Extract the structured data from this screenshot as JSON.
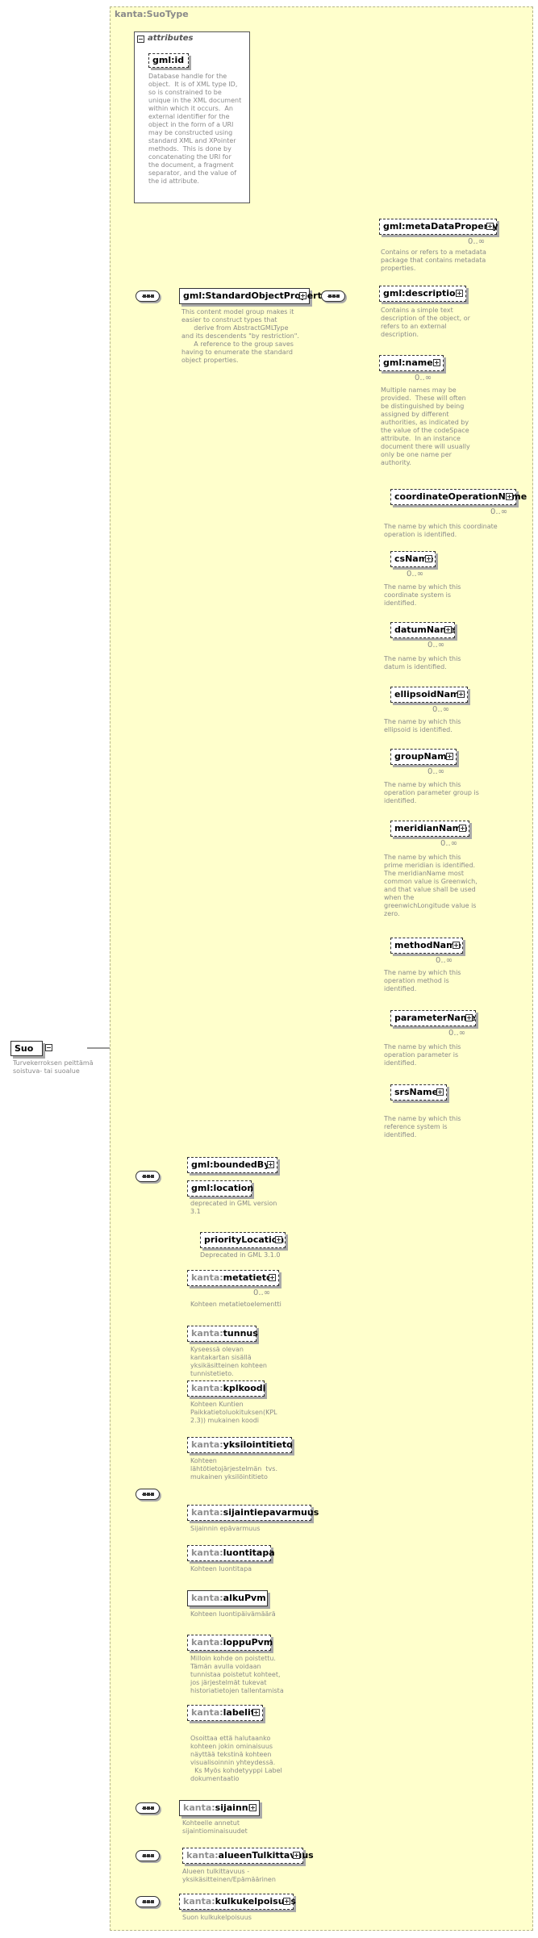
{
  "root": {
    "name": "Suo",
    "desc": "Turvekerroksen peittämä\nsoistuva- tai suoalue"
  },
  "type_title": "kanta:SuoType",
  "attributes": {
    "header": "attributes",
    "gmlid": {
      "name": "gml:id",
      "desc": "Database handle for the\nobject.  It is of XML type ID,\nso is constrained to be\nunique in the XML document\nwithin which it occurs.  An\nexternal identifier for the\nobject in the form of a URI\nmay be constructed using\nstandard XML and XPointer\nmethods.  This is done by\nconcatenating the URI for\nthe document, a fragment\nseparator, and the value of\nthe id attribute."
    }
  },
  "std_group": {
    "name": "gml:StandardObjectProperties",
    "desc": "This content model group makes it\neasier to construct types that\n      derive from AbstractGMLType\nand its descendents \"by restriction\".\n      A reference to the group saves\nhaving to enumerate the standard\nobject properties."
  },
  "std_elements": [
    {
      "name": "gml:metaDataProperty",
      "card": "0..∞",
      "desc": "Contains or refers to a metadata\npackage that contains metadata\nproperties."
    },
    {
      "name": "gml:description",
      "card": "",
      "desc": "Contains a simple text\ndescription of the object, or\nrefers to an external\ndescription."
    },
    {
      "name": "gml:name",
      "card": "0..∞",
      "desc": "Multiple names may be\nprovided.  These will often\nbe distinguished by being\nassigned by different\nauthorities, as indicated by\nthe value of the codeSpace\nattribute.  In an instance\ndocument there will usually\nonly be one name per\nauthority."
    }
  ],
  "name_subs": [
    {
      "name": "coordinateOperationName",
      "card": "0..∞",
      "desc": "The name by which this coordinate\noperation is identified."
    },
    {
      "name": "csName",
      "card": "0..∞",
      "desc": "The name by which this\ncoordinate system is\nidentified."
    },
    {
      "name": "datumName",
      "card": "0..∞",
      "desc": "The name by which this\ndatum is identified."
    },
    {
      "name": "ellipsoidName",
      "card": "0..∞",
      "desc": "The name by which this\nellipsoid is identified."
    },
    {
      "name": "groupName",
      "card": "0..∞",
      "desc": "The name by which this\noperation parameter group is\nidentified."
    },
    {
      "name": "meridianName",
      "card": "0..∞",
      "desc": "The name by which this\nprime meridian is identified.\nThe meridianName most\ncommon value is Greenwich,\nand that value shall be used\nwhen the\ngreenwichLongitude value is\nzero."
    },
    {
      "name": "methodName",
      "card": "0..∞",
      "desc": "The name by which this\noperation method is\nidentified."
    },
    {
      "name": "parameterName",
      "card": "0..∞",
      "desc": "The name by which this\noperation parameter is\nidentified."
    },
    {
      "name": "srsName",
      "card": "",
      "desc": "The name by which this\nreference system is\nidentified."
    }
  ],
  "loc_group": [
    {
      "name": "gml:boundedBy",
      "card": "",
      "desc": ""
    },
    {
      "name": "gml:location",
      "card": "",
      "desc": "deprecated in GML version\n3.1"
    },
    {
      "name": "priorityLocation",
      "card": "",
      "desc": "Deprecated in GML 3.1.0"
    }
  ],
  "kanta_prefix": "kanta:",
  "kanta_elements": [
    {
      "name": "metatieto",
      "card": "0..∞",
      "desc": "Kohteen metatietoelementti"
    },
    {
      "name": "tunnus",
      "card": "",
      "desc": "Kyseessä olevan\nkantakartan sisällä\nyksikäsitteinen kohteen\ntunnistetieto."
    },
    {
      "name": "kplkoodi",
      "card": "",
      "desc": "Kohteen Kuntien\nPaikkatietoluokituksen(KPL\n2.3)) mukainen koodi"
    },
    {
      "name": "yksilointitieto",
      "card": "",
      "desc": "Kohteen\nlähtötietojärjestelmän  tvs.\nmukainen yksilöintitieto"
    },
    {
      "name": "sijaintiepavarmuus",
      "card": "",
      "desc": "Sijainnin epävarmuus"
    },
    {
      "name": "luontitapa",
      "card": "",
      "desc": "Kohteen luontitapa"
    },
    {
      "name": "alkuPvm",
      "card": "",
      "desc": "Kohteen luontipäivämäärä"
    },
    {
      "name": "loppuPvm",
      "card": "",
      "desc": "Milloin kohde on poistettu.\nTämän avulla voidaan\ntunnistaa poistetut kohteet,\njos järjestelmät tukevat\nhistoriatietojen tallentamista"
    },
    {
      "name": "labelit",
      "card": "",
      "desc": "Osoittaa että halutaanko\nkohteen jokin ominaisuus\nnäyttää tekstinä kohteen\nvisualisoinnin yhteydessä.\n  Ks Myös kohdetyyppi Label\ndokumentaatio"
    }
  ],
  "tail_elements": [
    {
      "name": "sijainnit",
      "desc": "Kohteelle annetut\nsijaintiominaisuudet"
    },
    {
      "name": "alueenTulkittavuus",
      "desc": "Alueen tulkittavuus -\nyksikäsitteinen/Epämäärinen"
    },
    {
      "name": "kulkukelpoisuus",
      "desc": "Suon kulkukelpoisuus"
    }
  ]
}
